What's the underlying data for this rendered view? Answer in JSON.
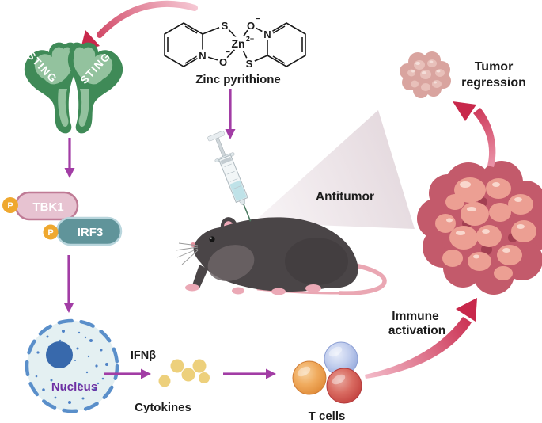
{
  "compound": {
    "name": "Zinc pyrithione",
    "atoms": {
      "zn": "Zn",
      "zn_charge": "2+",
      "s_top_left": "S",
      "s_bottom_right": "S",
      "o_top_right": "O",
      "o_bottom_left": "O",
      "minus_top": "−",
      "minus_bottom": "−",
      "n_left": "N",
      "n_right": "N"
    }
  },
  "pathway": {
    "sting_left": "STING",
    "sting_right": "STING",
    "tbk1": "TBK1",
    "irf3": "IRF3",
    "phospho_tbk1": "P",
    "phospho_irf3": "P",
    "nucleus": "Nucleus",
    "ifnb": "IFNβ",
    "cytokines": "Cytokines",
    "t_cells": "T cells"
  },
  "mouse_panel": {
    "antitumor": "Antitumor"
  },
  "outcome": {
    "immune_activation_line1": "Immune",
    "immune_activation_line2": "activation",
    "tumor_regression_line1": "Tumor",
    "tumor_regression_line2": "regression"
  },
  "colors": {
    "arrow_purple": "#a23da5",
    "arrow_red": "#c8284b",
    "arrow_red_light": "#f2b9c7",
    "sting_green_dark": "#3f8a57",
    "sting_green_light": "#93c29e",
    "tbk1_fill": "#e7c3d1",
    "tbk1_border": "#bf7b95",
    "irf3_fill": "#60949a",
    "irf3_border": "#b9d6dd",
    "phospho_orange": "#efa82f",
    "nucleus_blue": "#5a8fca",
    "nucleus_fill": "#e4f0f2",
    "nucleolus": "#3869ac",
    "nucleus_label": "#6e2fa3",
    "cytokine_yellow": "#edd07c",
    "tcell_orange": "#e8933f",
    "tcell_blue": "#9db4e0",
    "tcell_red": "#c84848",
    "tumor_base": "#c35a6b",
    "tumor_bump": "#ec9f93",
    "small_tumor": "#dfaba6",
    "beam": "#e5dadf",
    "mouse_body": "#4a4547",
    "mouse_pink": "#eba9b6",
    "label_black": "#1c1c1c"
  }
}
